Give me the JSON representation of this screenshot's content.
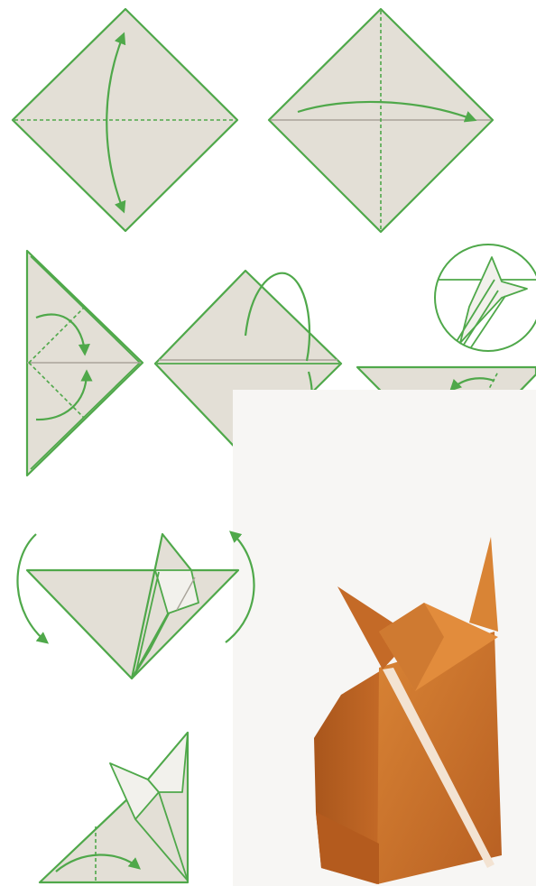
{
  "diagram": {
    "steps": [
      "step-1",
      "step-2",
      "step-3",
      "step-4",
      "step-5",
      "step-6",
      "step-7"
    ],
    "colors": {
      "paper": "#e3dfd6",
      "paper_light": "#f2f1ec",
      "outline": "#4fa84a",
      "crease": "#a9a49a",
      "photo_background": "#f7f6f4",
      "model_orange": "#c8702a"
    },
    "photo": {
      "subject": "folded-fox-model"
    }
  }
}
